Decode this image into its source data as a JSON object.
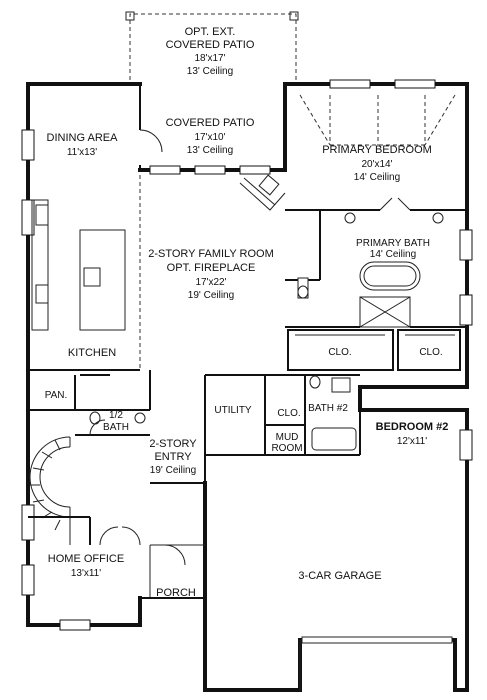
{
  "rooms": {
    "opt_ext_patio": {
      "name": "OPT. EXT.",
      "name2": "COVERED PATIO",
      "size": "18'x17'",
      "ceiling": "13' Ceiling"
    },
    "covered_patio": {
      "name": "COVERED PATIO",
      "size": "17'x10'",
      "ceiling": "13' Ceiling"
    },
    "dining": {
      "name": "DINING AREA",
      "size": "11'x13'"
    },
    "primary_bedroom": {
      "name": "PRIMARY BEDROOM",
      "size": "20'x14'",
      "ceiling": "14' Ceiling"
    },
    "family_room": {
      "name": "2-STORY FAMILY ROOM",
      "name2": "OPT. FIREPLACE",
      "size": "17'x22'",
      "ceiling": "19' Ceiling"
    },
    "primary_bath": {
      "name": "PRIMARY BATH",
      "ceiling": "14' Ceiling"
    },
    "kitchen": {
      "name": "KITCHEN"
    },
    "closet_1": {
      "name": "CLO."
    },
    "closet_2": {
      "name": "CLO."
    },
    "closet_3": {
      "name": "CLO."
    },
    "pantry": {
      "name": "PAN."
    },
    "half_bath": {
      "name": "1/2",
      "name2": "BATH"
    },
    "utility": {
      "name": "UTILITY"
    },
    "bath_2": {
      "name": "BATH #2"
    },
    "bedroom_2": {
      "name": "BEDROOM #2",
      "size": "12'x11'"
    },
    "mud_room": {
      "name": "MUD",
      "name2": "ROOM"
    },
    "entry": {
      "name": "2-STORY",
      "name2": "ENTRY",
      "ceiling": "19' Ceiling"
    },
    "home_office": {
      "name": "HOME OFFICE",
      "size": "13'x11'"
    },
    "porch": {
      "name": "PORCH"
    },
    "garage": {
      "name": "3-CAR GARAGE"
    }
  }
}
